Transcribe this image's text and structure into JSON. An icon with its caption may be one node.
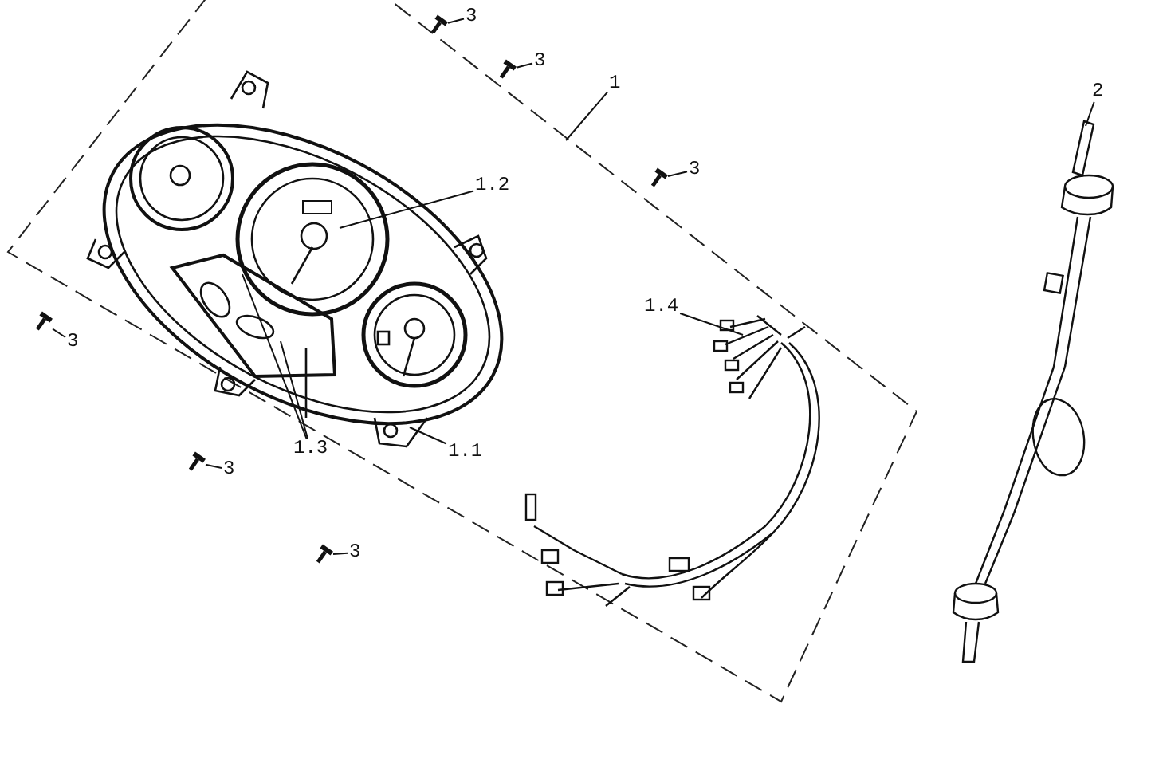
{
  "diagram": {
    "nodes": [
      {
        "text": [
          "1"
        ]
      },
      {
        "text": [
          "1.2"
        ]
      },
      {
        "text": [
          "1.4"
        ]
      },
      {
        "text": [
          "1.3"
        ]
      },
      {
        "text": [
          "1.1"
        ]
      },
      {
        "text": [
          "2"
        ]
      },
      {
        "text": [
          "3"
        ]
      },
      {
        "text": [
          "3"
        ]
      },
      {
        "text": [
          "3"
        ]
      },
      {
        "text": [
          "3"
        ]
      },
      {
        "text": [
          "3"
        ]
      },
      {
        "text": [
          "3"
        ]
      },
      {
        "text": [],
        "shape": "picture"
      },
      {
        "text": [],
        "shape": "picture"
      },
      {
        "text": [],
        "shape": "picture"
      },
      {
        "text": [],
        "shape": "picture"
      },
      {
        "text": [],
        "shape": "picture"
      },
      {
        "text": [],
        "shape": "picture"
      }
    ],
    "edges": [
      {
        "from": 0,
        "to": null,
        "arrow": "none"
      },
      {
        "from": 1,
        "to": null,
        "arrow": "none"
      },
      {
        "from": 2,
        "to": null,
        "arrow": "none"
      },
      {
        "from": 3,
        "to": null,
        "arrow": "none"
      },
      {
        "from": 3,
        "to": null,
        "arrow": "none"
      },
      {
        "from": 4,
        "to": null,
        "arrow": "none"
      },
      {
        "from": 5,
        "to": null,
        "arrow": "none"
      },
      {
        "from": 6,
        "to": 12,
        "arrow": "none"
      },
      {
        "from": 7,
        "to": 13,
        "arrow": "none"
      },
      {
        "from": 8,
        "to": 14,
        "arrow": "none"
      },
      {
        "from": 9,
        "to": 15,
        "arrow": "none"
      },
      {
        "from": 10,
        "to": 16,
        "arrow": "none"
      },
      {
        "from": 11,
        "to": 17,
        "arrow": "none"
      }
    ]
  }
}
